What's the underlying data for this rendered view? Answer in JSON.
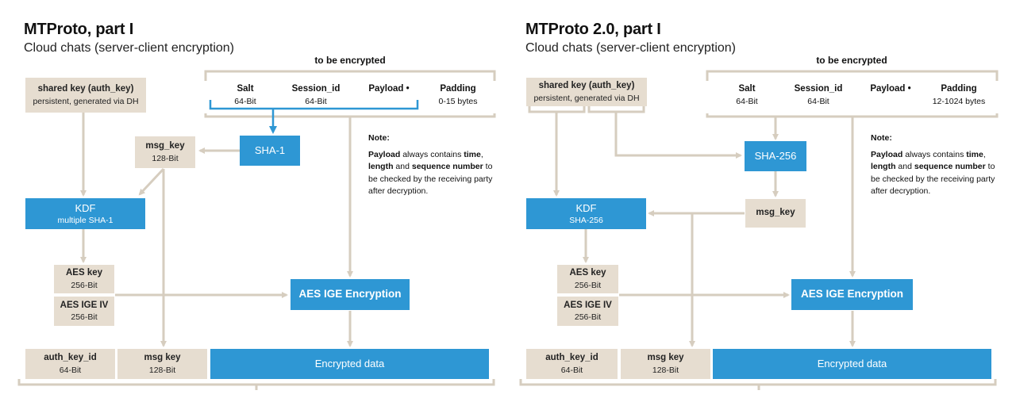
{
  "left": {
    "title": "MTProto, part I",
    "subtitle": "Cloud chats (server-client encryption)",
    "to_be_encrypted": "to be encrypted",
    "fields": [
      {
        "name": "Salt",
        "size": "64-Bit"
      },
      {
        "name": "Session_id",
        "size": "64-Bit"
      },
      {
        "name": "Payload •",
        "size": ""
      },
      {
        "name": "Padding",
        "size": "0-15 bytes"
      }
    ],
    "shared_key": {
      "label": "shared key (auth_key)",
      "sub": "persistent, generated via DH"
    },
    "hash": "SHA-1",
    "msg_key": {
      "label": "msg_key",
      "size": "128-Bit"
    },
    "kdf": {
      "label": "KDF",
      "sub": "multiple SHA-1"
    },
    "aes_key": {
      "label": "AES key",
      "size": "256-Bit"
    },
    "aes_iv": {
      "label": "AES IGE IV",
      "size": "256-Bit"
    },
    "aes_enc": "AES IGE Encryption",
    "auth_key_id": {
      "label": "auth_key_id",
      "size": "64-Bit"
    },
    "msg_key_out": {
      "label": "msg key",
      "size": "128-Bit"
    },
    "encrypted": "Encrypted data",
    "note": {
      "heading": "Note:",
      "p1": "Payload",
      "p2": " always contains ",
      "p3": "time",
      "p4": ", ",
      "p5": "length",
      "p6": " and ",
      "p7": "sequence number",
      "p8": " to be checked by the receiving party after decryption."
    }
  },
  "right": {
    "title": "MTProto 2.0, part I",
    "subtitle": "Cloud chats (server-client encryption)",
    "to_be_encrypted": "to be encrypted",
    "fields": [
      {
        "name": "Salt",
        "size": "64-Bit"
      },
      {
        "name": "Session_id",
        "size": "64-Bit"
      },
      {
        "name": "Payload •",
        "size": ""
      },
      {
        "name": "Padding",
        "size": "12-1024 bytes"
      }
    ],
    "shared_key": {
      "label": "shared key (auth_key)",
      "sub": "persistent, generated via DH"
    },
    "hash": "SHA-256",
    "msg_key": {
      "label": "msg_key",
      "size": ""
    },
    "kdf": {
      "label": "KDF",
      "sub": "SHA-256"
    },
    "aes_key": {
      "label": "AES key",
      "size": "256-Bit"
    },
    "aes_iv": {
      "label": "AES IGE IV",
      "size": "256-Bit"
    },
    "aes_enc": "AES IGE Encryption",
    "auth_key_id": {
      "label": "auth_key_id",
      "size": "64-Bit"
    },
    "msg_key_out": {
      "label": "msg key",
      "size": "128-Bit"
    },
    "encrypted": "Encrypted data",
    "note": {
      "heading": "Note:",
      "p1": "Payload",
      "p2": " always contains ",
      "p3": "time",
      "p4": ", ",
      "p5": "length",
      "p6": " and ",
      "p7": "sequence number",
      "p8": " to be checked by the receiving party after decryption."
    }
  },
  "colors": {
    "tan": "#e6ddd0",
    "blue": "#2e97d4",
    "line": "#d6cdbf",
    "blue_line": "#2e97d4"
  }
}
